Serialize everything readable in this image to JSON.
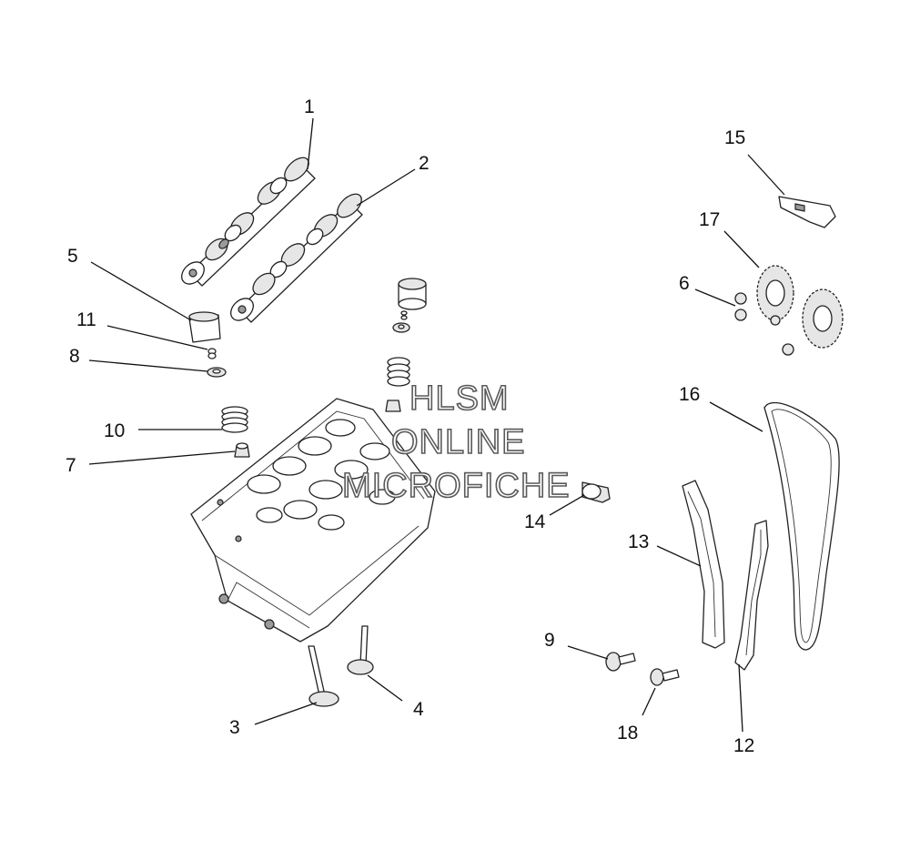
{
  "callouts": [
    {
      "id": "1",
      "label": "1"
    },
    {
      "id": "2",
      "label": "2"
    },
    {
      "id": "3",
      "label": "3"
    },
    {
      "id": "4",
      "label": "4"
    },
    {
      "id": "5",
      "label": "5"
    },
    {
      "id": "6",
      "label": "6"
    },
    {
      "id": "7",
      "label": "7"
    },
    {
      "id": "8",
      "label": "8"
    },
    {
      "id": "9",
      "label": "9"
    },
    {
      "id": "10",
      "label": "10"
    },
    {
      "id": "11",
      "label": "11"
    },
    {
      "id": "12",
      "label": "12"
    },
    {
      "id": "13",
      "label": "13"
    },
    {
      "id": "14",
      "label": "14"
    },
    {
      "id": "15",
      "label": "15"
    },
    {
      "id": "16",
      "label": "16"
    },
    {
      "id": "17",
      "label": "17"
    },
    {
      "id": "18",
      "label": "18"
    }
  ],
  "watermark": {
    "line1": "HLSM",
    "line2": "ONLINE",
    "line3": "MICROFICHE"
  }
}
